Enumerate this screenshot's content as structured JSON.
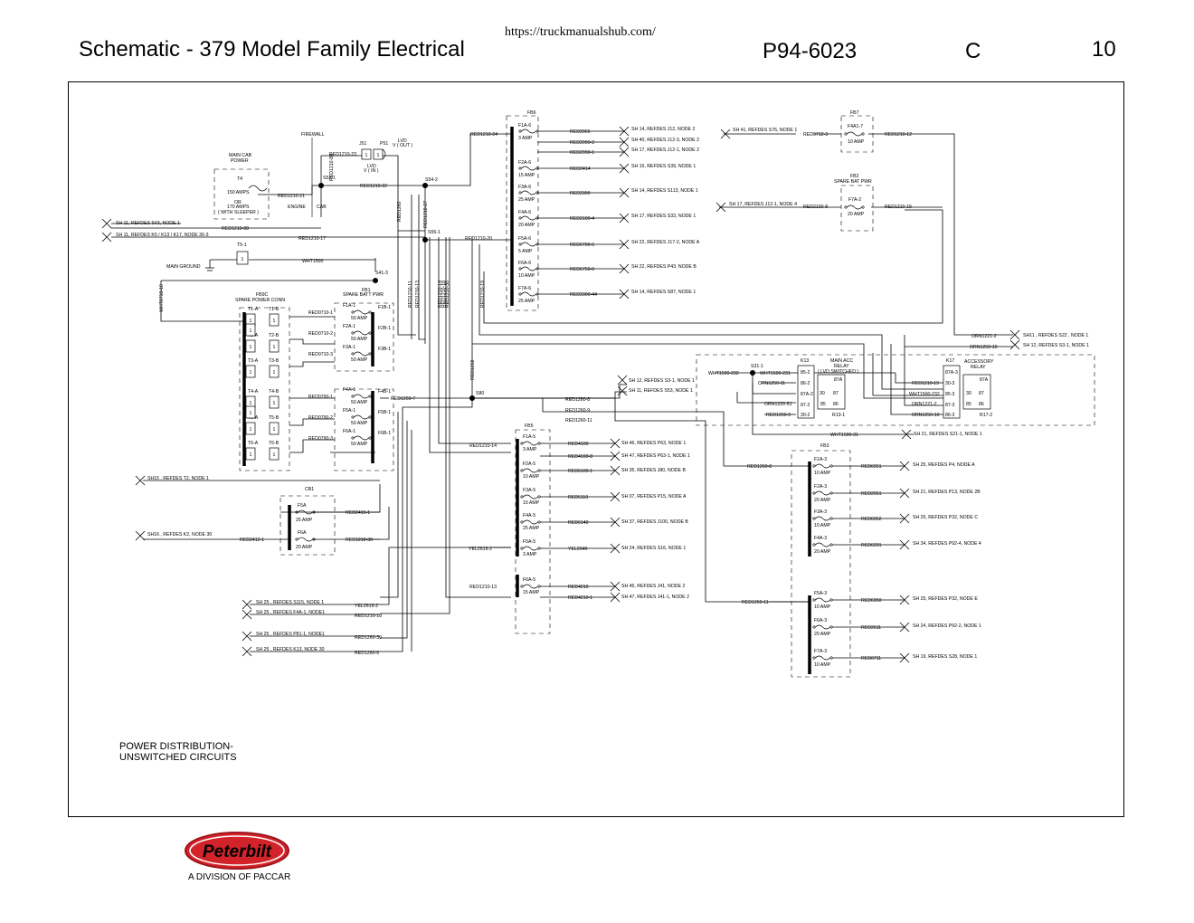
{
  "header": {
    "title": "Schematic - 379 Model Family Electrical",
    "url": "https://truckmanualshub.com/",
    "drawing_number": "P94-6023",
    "revision": "C",
    "sheet": "10"
  },
  "footnote": {
    "line1": "POWER DISTRIBUTION-",
    "line2": "UNSWITCHED CIRCUITS"
  },
  "logo": {
    "brand": "Peterbilt",
    "division": "A DIVISION OF PACCAR"
  },
  "labels": {
    "main_cab_power": "MAIN CAB",
    "main_cab_power2": "POWER",
    "firewall": "FIREWALL",
    "engine": "ENGINE",
    "cab": "CAB",
    "lvd_top": "LVD",
    "lvd_out": "V ( OUT )",
    "lvd_mid": "LVD",
    "lvd_in": "V ( IN )",
    "j51": "J51",
    "p51": "P51",
    "t4": "T4",
    "t4_amps": "150 AMPS",
    "t4_or": "OR",
    "t4_amps2": "170 AMPS",
    "t4_sleeper": "( WITH SLEEPER )",
    "t5": "T5-1",
    "main_ground": "MAIN GROUND",
    "s52": "S52-1",
    "s54": "S54-2",
    "s55": "S55-1",
    "s41": "S41-3",
    "s80": "S80",
    "s31": "S31-1",
    "fb9c": "FB9C",
    "fb9c_name": "SPARE  POWER  CONN",
    "fb1": "FB1",
    "fb1_name": "SPARE  BATT  PWR",
    "fb6": "FB6",
    "fb5": "FB5",
    "fb3": "FB3",
    "fb7": "FB7",
    "fb2": "FB2",
    "fb2_name": "SPARE  BAT  PWR",
    "cb1": "CB1",
    "k13": "K13",
    "k13_name1": "MAIN  ACC",
    "k13_name2": "RELAY",
    "k13_name3": "( LVD  SWITCHED )",
    "k17": "K17",
    "k17_name1": "ACCESSORY",
    "k17_name2": "RELAY",
    "r13": "R13-1",
    "r17": "R17-2"
  },
  "wires": {
    "red1210_21": "RED1210-21",
    "red1210_22": "RED1210-22",
    "red1210_23": "RED1210-23",
    "red1210_88": "RED1210-88",
    "red1210_17": "RED1210-17",
    "red1210_24": "RED1210-24",
    "red1210_20": "RED1210-20",
    "red1210_27": "RED1210-27",
    "red1260": "RED1260",
    "red1210_11": "RED1210-11",
    "red1210_13": "RED1210-13",
    "red1210_14": "RED1210-14",
    "red1210_18": "RED1210-18",
    "red1210_30": "RED1210-30",
    "red1210_19": "RED1210-19",
    "red1260_v": "RED1260",
    "wht1500": "WHT1500",
    "wht0710": "WHT0710-10",
    "red1260_7": "RED1260-7",
    "red1260_8": "RED1260-8",
    "red1260_9": "RED1260-9",
    "red1260_11": "RED1260-11",
    "red1210_14h": "RED1210-14",
    "red1210_13h": "RED1210-13",
    "red1260_8r": "RED1260-8",
    "red1260_11r": "RED1260-11",
    "red1210_18b": "RED1210-18",
    "red1260_30": "RED1260-30",
    "red1260_6": "RED1260-6",
    "yel2619_2": "YEL2619-2",
    "yel2619_2b": "YEL2619-2",
    "red2412": "RED2412-1",
    "red2415": "RED2415-1",
    "red1210_30b": "RED1210-30",
    "wht1500_232": "WHT1500-232",
    "wht1500_231": "WHT1500-231",
    "orn1250_11": "ORN1250-11",
    "orn1220_51": "ORN1220-51",
    "red1260_9b": "RED1260-9",
    "wht1500_31": "WHT1500-31",
    "orn1221_2": "ORN1221-2",
    "orn1250_10": "ORN1250-10",
    "red1210_19b": "RED1210-19",
    "wht1500_232b": "WHT1500-232",
    "orn1221_2b": "ORN1221-2",
    "orn1250_10b": "ORN1250-10",
    "red0712": "RED0712-3",
    "red1210_12": "RED1210-12",
    "red2100_8": "RED2100-8",
    "red1210_15": "RED1210-15"
  },
  "external_refs": {
    "sh11_s43": "SH 11,  REFDES S43, NODE 1",
    "sh11_k5": "SH 11,  REFDES K5 / K13 / K17, NODE 30-3",
    "sh15_t2": "SH15 ,  REFDES T2,  NODE 1",
    "sh16_k2": "SH16 ,  REFDES K2,  NODE 30",
    "sh25_s115": "SH 25 ,  REFDES S115,  NODE 1",
    "sh25_f4a": "SH 25 ,  REFDES F4A-1, NODE1",
    "sh25_p81": "SH 25 ,  REFDES P81-1, NODE1",
    "sh25_k13": "SH 25 ,  REFDES K13,  NODE 30",
    "sh12_s3": "SH 12,  REFDES S3-1,  NODE 1",
    "sh11_s53": "SH 11,  REFDES S53,  NODE 1",
    "sh21_s21": "SH 21,  REFDES S21-1,  NODE 1",
    "sh11_s22": "SH11 ,  REFDES S22 ,  NODE 1",
    "sh12_s3b": "SH 12,  REFDES S3-1,  NODE 1",
    "sh41_s76": "SH 41,  REFDES S76,  NODE 1",
    "sh17_j12": "SH 17,  REFDES J12-1,  NODE 4"
  },
  "fb6_rows": [
    {
      "fuse": "F1A-6",
      "amp": "3  AMP",
      "wire": "RED2966",
      "ref": "SH 14,  REFDES J12,  NODE 2"
    },
    {
      "fuse": "",
      "amp": "",
      "wire": "RED2990-2",
      "ref": "SH 40,  REFDES J12-3,  NODE 2"
    },
    {
      "fuse": "",
      "amp": "",
      "wire": "RED2990-1",
      "ref": "SH 17,  REFDES J12-1,  NODE 2"
    },
    {
      "fuse": "F2A-6",
      "amp": "15  AMP",
      "wire": "RED2414",
      "ref": "SH 16,  REFDES S39,  NODE 1"
    },
    {
      "fuse": "F3A-6",
      "amp": "25  AMP",
      "wire": "RED2300",
      "ref": "SH 14,  REFDES S113,  NODE 1"
    },
    {
      "fuse": "F4A-6",
      "amp": "20  AMP",
      "wire": "RED2100-4",
      "ref": "SH 17,  REFDES S33,  NODE 1"
    },
    {
      "fuse": "F5A-6",
      "amp": "5  AMP",
      "wire": "RED6700-5",
      "ref": "SH 22,  REFDES J17-2,  NODE A"
    },
    {
      "fuse": "F6A-6",
      "amp": "10  AMP",
      "wire": "RED6750-0",
      "ref": "SH 22,  REFDES P43,  NODE B"
    },
    {
      "fuse": "F7A-6",
      "amp": "25  AMP",
      "wire": "RED2300-44",
      "ref": "SH 14,  REFDES S87,  NODE 1"
    }
  ],
  "fb5_rows": [
    {
      "fuse": "F1A-5",
      "amp": "3  AMP",
      "wire": "RED4100",
      "ref": "SH 46,  REFDES P63,  NODE 1"
    },
    {
      "fuse": "",
      "amp": "",
      "wire": "RED4100-8",
      "ref": "SH 47,  REFDES P63-1,  NODE 1"
    },
    {
      "fuse": "F2A-5",
      "amp": "10  AMP",
      "wire": "RED6100-1",
      "ref": "SH 35,  REFDES J80,  NODE B"
    },
    {
      "fuse": "F3A-5",
      "amp": "15  AMP",
      "wire": "RED5110",
      "ref": "SH 07,  REFDES P15,  NODE A"
    },
    {
      "fuse": "F4A-5",
      "amp": "25  AMP",
      "wire": "RED6140",
      "ref": "SH 37,  REFDES J100,  NODE B"
    },
    {
      "fuse": "F5A-5",
      "amp": "3  AMP",
      "wire": "YEL2640",
      "ref": "SH 24,  REFDES S16,  NODE 1"
    },
    {
      "fuse": "F6A-5",
      "amp": "15  AMP",
      "wire": "RED4210",
      "ref": "SH 46,  REFDES J41,  NODE 2"
    },
    {
      "fuse": "",
      "amp": "",
      "wire": "RED4210-1",
      "ref": "SH 47,  REFDES J41-1,  NODE 2"
    }
  ],
  "fb3_rows": [
    {
      "fuse": "F1A-3",
      "amp": "10  AMP",
      "wire": "RED6951",
      "ref": "SH 25, REFDES P4, NODE A"
    },
    {
      "fuse": "F2A-3",
      "amp": "20  AMP",
      "wire": "RED2951",
      "ref": "SH 21, REFDES P13, NODE 2B"
    },
    {
      "fuse": "F3A-3",
      "amp": "10  AMP",
      "wire": "RED6952",
      "ref": "SH 25, REFDES P32, NODE C"
    },
    {
      "fuse": "F4A-3",
      "amp": "20  AMP",
      "wire": "RED6291",
      "ref": "SH 34, REFDES P92-4, NODE 4"
    },
    {
      "fuse": "F5A-3",
      "amp": "10  AMP",
      "wire": "RED6950",
      "ref": "SH 25, REFDES P32,  NODE E"
    },
    {
      "fuse": "F6A-3",
      "amp": "20  AMP",
      "wire": "RED2611",
      "ref": "SH 24,  REFDES P92-2,  NODE 1"
    },
    {
      "fuse": "F7A-3",
      "amp": "10  AMP",
      "wire": "RED0711",
      "ref": "SH 19,  REFDES S28,  NODE 1"
    }
  ],
  "fb1_rows": [
    {
      "fuse": "F1A-1",
      "out": "F1B-1",
      "amp": "50  AMP",
      "wire": "RED0710-1"
    },
    {
      "fuse": "F2A-1",
      "out": "F2B-1",
      "amp": "50  AMP",
      "wire": "RED0710-2"
    },
    {
      "fuse": "F3A-1",
      "out": "F3B-1",
      "amp": "50  AMP",
      "wire": "RED0710-3"
    },
    {
      "fuse": "F4A-1",
      "out": "F4B-1",
      "amp": "50  AMP",
      "wire": "RED0790-1"
    },
    {
      "fuse": "F5A-1",
      "out": "F5B-1",
      "amp": "50  AMP",
      "wire": "RED0790-2"
    },
    {
      "fuse": "F6A-1",
      "out": "F6B-1",
      "amp": "50  AMP",
      "wire": "RED0790-3"
    }
  ],
  "fb9c_rows": [
    {
      "a": "T1-A",
      "b": "T1-B",
      "v": "1"
    },
    {
      "a": "T2-A",
      "b": "T2-B",
      "v": "1"
    },
    {
      "a": "T3-A",
      "b": "T3-B",
      "v": "1"
    },
    {
      "a": "T4-A",
      "b": "T4-B",
      "v": "1"
    },
    {
      "a": "T5-A",
      "b": "T5-B",
      "v": "1"
    },
    {
      "a": "T6-A",
      "b": "T6-B",
      "v": "1"
    }
  ],
  "cb1_rows": [
    {
      "fuse": "F5A",
      "amp": "25  AMP"
    },
    {
      "fuse": "F6A",
      "amp": "20  AMP"
    }
  ],
  "fb7_row": {
    "fuse": "F4A1-7",
    "amp": "10  AMP"
  },
  "fb2_row": {
    "fuse": "F7A-2",
    "amp": "20  AMP"
  },
  "k13_pins": [
    "85-2",
    "86-2",
    "87A-2",
    "87-2",
    "30-2"
  ],
  "k17_pins": [
    "87A-3",
    "30-3",
    "85-3",
    "87-3",
    "86-3"
  ],
  "relay_terms": {
    "t87a": "87A",
    "t30": "30",
    "t87": "87",
    "t85": "85",
    "t86": "86"
  },
  "connector_pins": {
    "one": "1"
  }
}
